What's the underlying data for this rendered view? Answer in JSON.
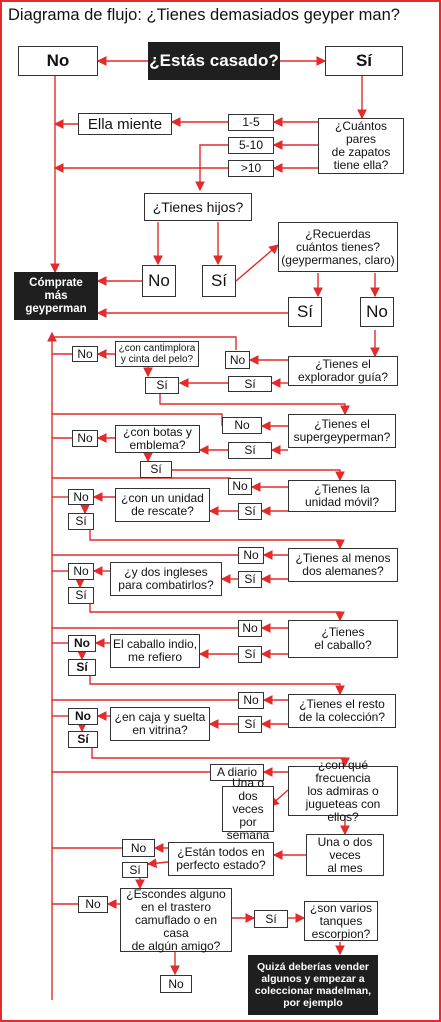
{
  "title": "Diagrama de flujo: ¿Tienes demasiados geyper man?",
  "colors": {
    "arrow": "#e32b2b",
    "dark_box": "#1f1f1f",
    "frame": "#e32b2b"
  },
  "nodes": {
    "casado": "¿Estás casado?",
    "no_top": "No",
    "si_top": "Sí",
    "ella_miente": "Ella miente",
    "zapatos": "¿Cuántos pares\nde zapatos\ntiene ella?",
    "z_1_5": "1-5",
    "z_5_10": "5-10",
    "z_gt10": ">10",
    "hijos": "¿Tienes hijos?",
    "hijos_no": "No",
    "hijos_si": "Sí",
    "recuerdas": "¿Recuerdas\ncuántos tienes?\n(geypermanes, claro)",
    "rec_si": "Sí",
    "rec_no": "No",
    "comprate": "Cómprate\nmás\ngeyperman",
    "explorador": "¿Tienes el\nexplorador guía?",
    "exp_no": "No",
    "exp_si": "Sí",
    "cantimplora": "¿con cantimplora\ny cinta del pelo?",
    "cant_no": "No",
    "cant_si": "Sí",
    "supergeyperman": "¿Tienes el\nsupergeyperman?",
    "sup_no": "No",
    "sup_si": "Sí",
    "botas": "¿con botas y\nemblema?",
    "botas_no": "No",
    "botas_si": "Sí",
    "unidad_movil": "¿Tienes la\nunidad móvil?",
    "um_no": "No",
    "um_si": "Sí",
    "rescate": "¿con un unidad\nde rescate?",
    "resc_no": "No",
    "resc_si": "Sí",
    "alemanes": "¿Tienes al menos\ndos alemanes?",
    "al_no": "No",
    "al_si": "Sí",
    "ingleses": "¿y dos ingleses\npara combatirlos?",
    "ing_no": "No",
    "ing_si": "Sí",
    "caballo": "¿Tienes\nel caballo?",
    "cab_no": "No",
    "cab_si": "Sí",
    "indio": "El caballo indio,\nme refiero",
    "ind_no": "No",
    "ind_si": "Sí",
    "coleccion": "¿Tienes el resto\nde la colección?",
    "col_no": "No",
    "col_si": "Sí",
    "caja": "¿en caja y suelta\nen vitrina?",
    "caja_no": "No",
    "caja_si": "Sí",
    "frecuencia": "¿con qué frecuencia\nlos admiras o\njugueteas con ellos?",
    "a_diario": "A diario",
    "una_semana": "Una o dos\nveces por\nsemana",
    "una_mes": "Una o dos\nveces\nal mes",
    "perfecto": "¿Están todos en\nperfecto estado?",
    "perf_no": "No",
    "perf_si": "Sí",
    "escondes": "¿Escondes alguno\nen el trastero\ncamuflado o en casa\nde algún amigo?",
    "esc_no": "No",
    "esc_si": "Sí",
    "tanques": "¿son varios\ntanques\nescorpion?",
    "final_no": "No",
    "final": "Quizá deberías vender\nalgunos y empezar a\ncoleccionar madelman,\npor ejemplo"
  }
}
